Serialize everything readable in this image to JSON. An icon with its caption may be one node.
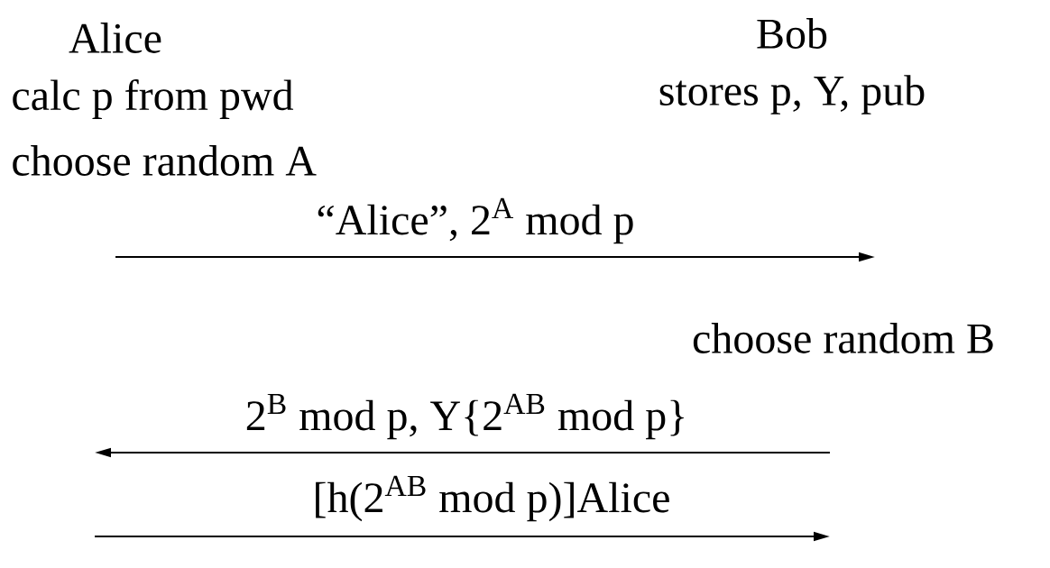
{
  "diagram": {
    "labels": [
      "Alice",
      "Bob",
      "calc p from pwd",
      "stores p, Y, pub",
      "choose random A",
      "“Alice”, 2$^{A}$ mod p",
      "choose random B",
      "2$^{B}$ mod p, Y{2$^{AB}$ mod p}",
      "[h(2$^{AB}$ mod p)]Alice"
    ]
  }
}
